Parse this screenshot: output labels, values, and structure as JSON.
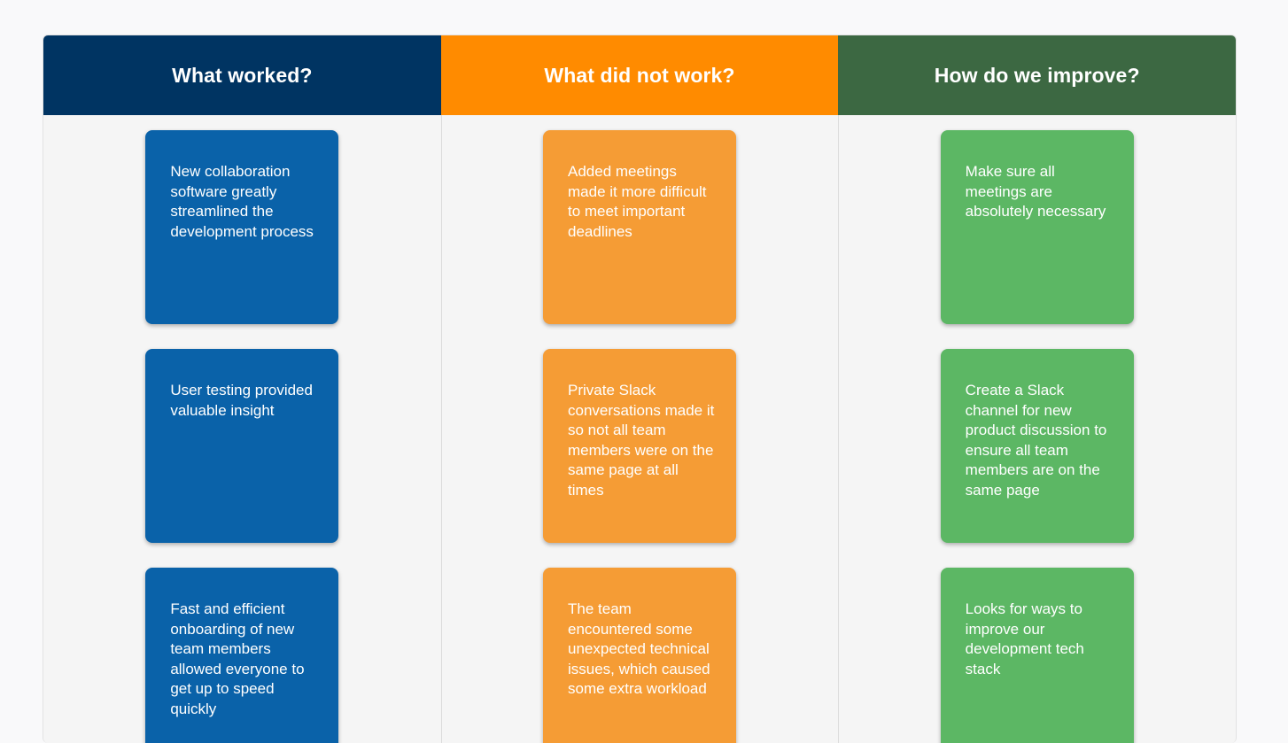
{
  "board": {
    "page_background": "#f9f9fa",
    "column_background": "#f5f5f5",
    "divider_color": "#dcdcdc"
  },
  "columns": [
    {
      "id": "what-worked",
      "title": "What worked?",
      "header_color": "#003462",
      "card_color": "#0a62a9",
      "cards": [
        {
          "text": "New collaboration software greatly streamlined the development process"
        },
        {
          "text": "User testing provided valuable insight"
        },
        {
          "text": "Fast and efficient onboarding of new team members allowed everyone to get up to speed quickly"
        }
      ]
    },
    {
      "id": "what-did-not-work",
      "title": "What did not work?",
      "header_color": "#ff8b00",
      "card_color": "#f59c35",
      "cards": [
        {
          "text": "Added meetings made it more difficult to meet important deadlines"
        },
        {
          "text": "Private Slack conversations made it so not all team members were on the same page at all times"
        },
        {
          "text": "The team encountered some unexpected technical issues, which caused some extra workload"
        }
      ]
    },
    {
      "id": "how-do-we-improve",
      "title": "How do we improve?",
      "header_color": "#3c6842",
      "card_color": "#5cb764",
      "cards": [
        {
          "text": "Make sure all meetings are absolutely necessary"
        },
        {
          "text": "Create a Slack channel for new product discussion to ensure all team members are on the same page"
        },
        {
          "text": "Looks for ways to improve our development tech stack"
        }
      ]
    }
  ]
}
